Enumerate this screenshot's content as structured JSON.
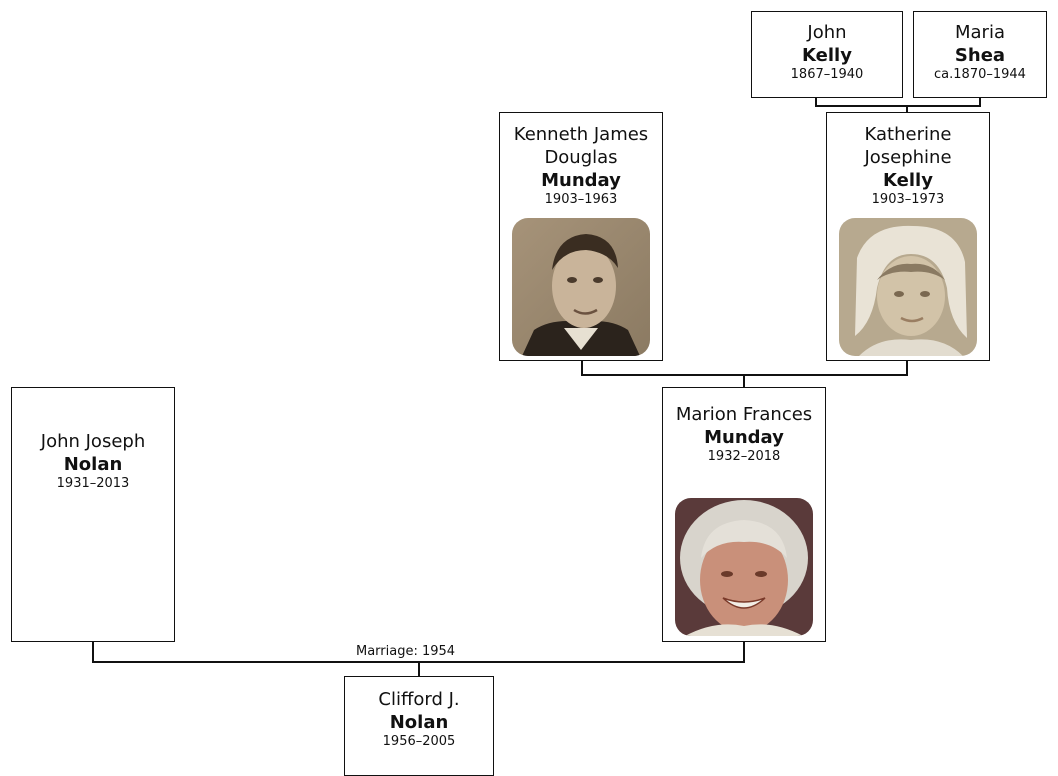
{
  "people": {
    "john_kelly": {
      "given": "John",
      "surname": "Kelly",
      "dates": "1867–1940"
    },
    "maria_shea": {
      "given": "Maria",
      "surname": "Shea",
      "dates": "ca.1870–1944"
    },
    "kenneth": {
      "given": "Kenneth James Douglas",
      "surname": "Munday",
      "dates": "1903–1963"
    },
    "katherine": {
      "given": "Katherine Josephine",
      "surname": "Kelly",
      "dates": "1903–1973"
    },
    "john_nolan": {
      "given": "John Joseph",
      "surname": "Nolan",
      "dates": "1931–2013"
    },
    "marion": {
      "given": "Marion Frances",
      "surname": "Munday",
      "dates": "1932–2018"
    },
    "clifford": {
      "given": "Clifford J.",
      "surname": "Nolan",
      "dates": "1956–2005"
    }
  },
  "marriage_label": "Marriage: 1954"
}
